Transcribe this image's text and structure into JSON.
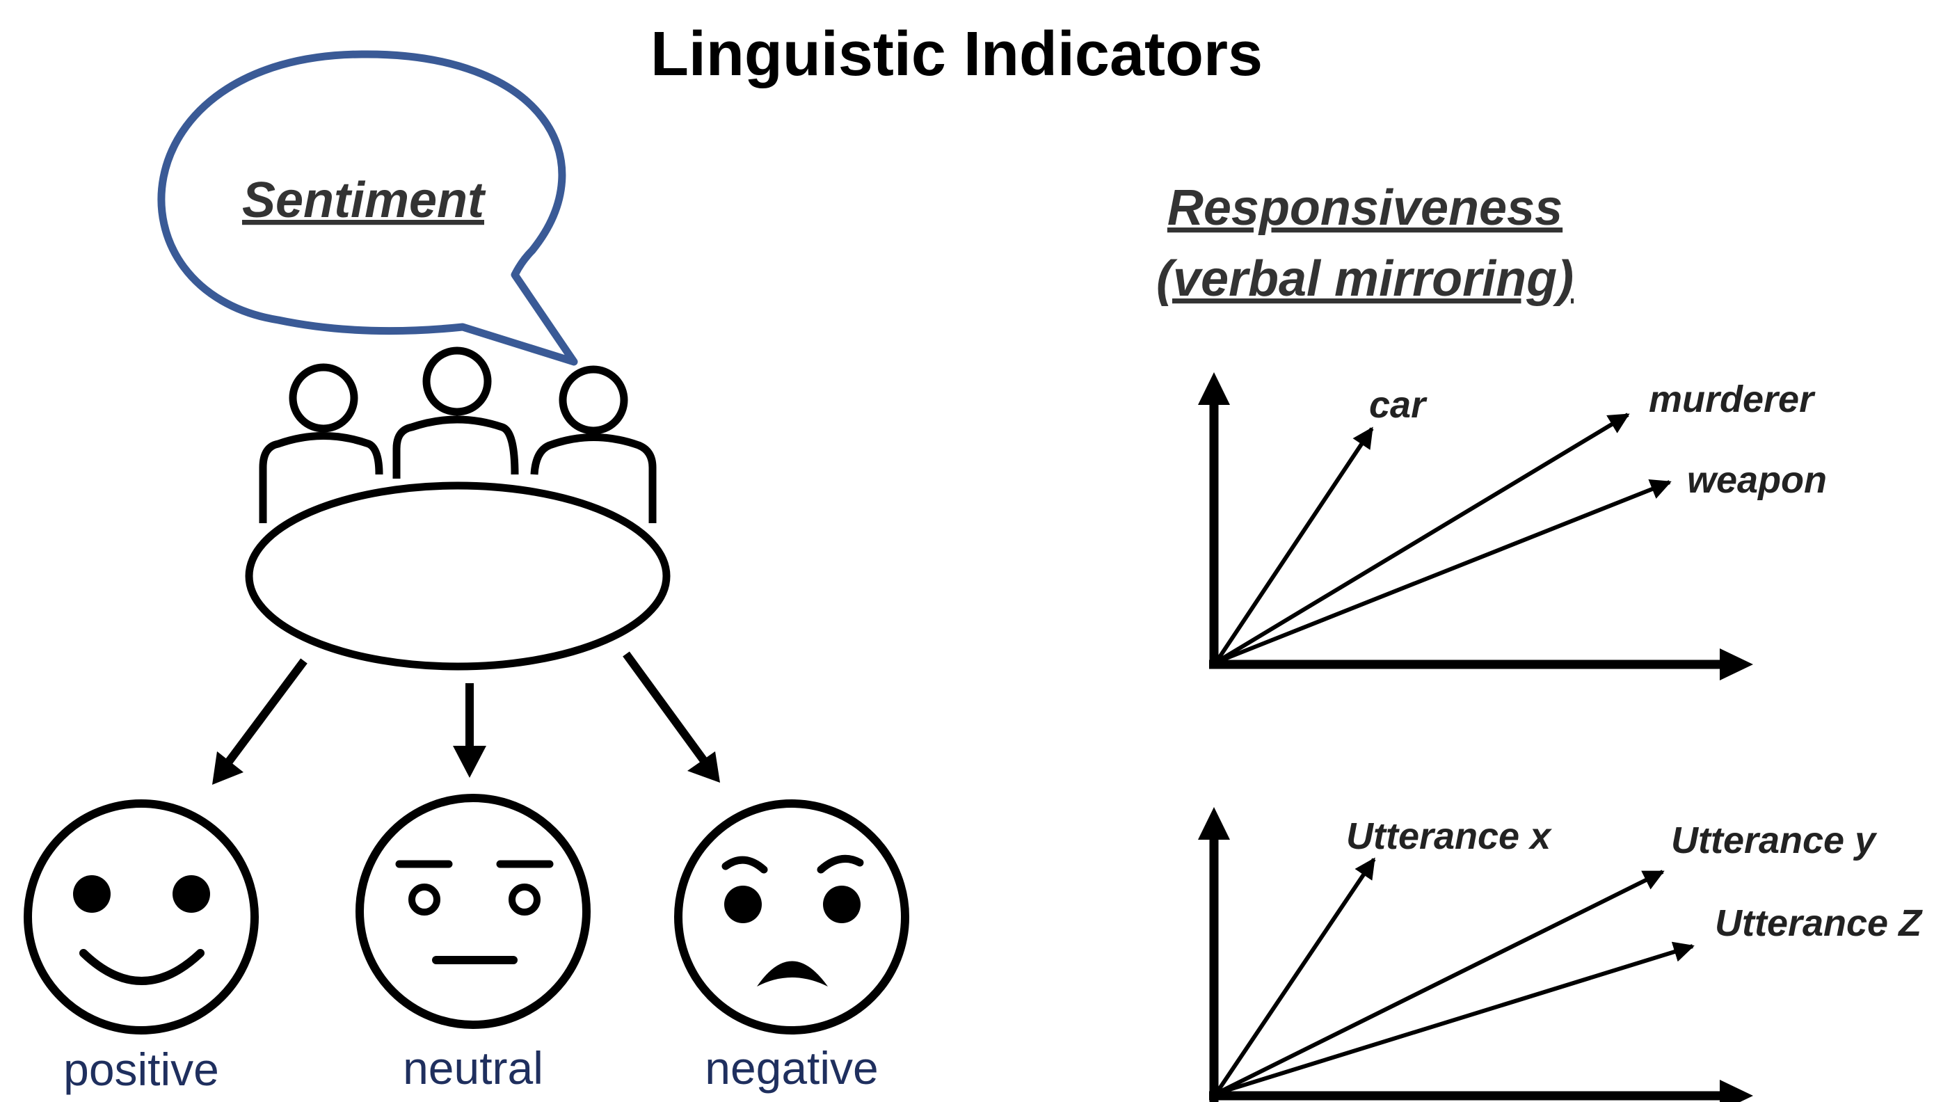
{
  "title": "Linguistic Indicators",
  "sentiment": {
    "bubble_label": "Sentiment",
    "faces": [
      {
        "label": "positive",
        "icon": "smiley-face-icon"
      },
      {
        "label": "neutral",
        "icon": "neutral-face-icon"
      },
      {
        "label": "negative",
        "icon": "frowning-face-icon"
      }
    ],
    "icons": [
      "speech-bubble-icon",
      "people-at-table-icon"
    ],
    "colors": {
      "bubble_outline": "#3a5a96",
      "face_label": "#1f2f5e"
    }
  },
  "responsiveness": {
    "heading_line1": "Responsiveness",
    "heading_line2": "(verbal mirroring)",
    "word_vectors": [
      "car",
      "murderer",
      "weapon"
    ],
    "utterance_vectors": [
      "Utterance x",
      "Utterance y",
      "Utterance Z"
    ]
  }
}
